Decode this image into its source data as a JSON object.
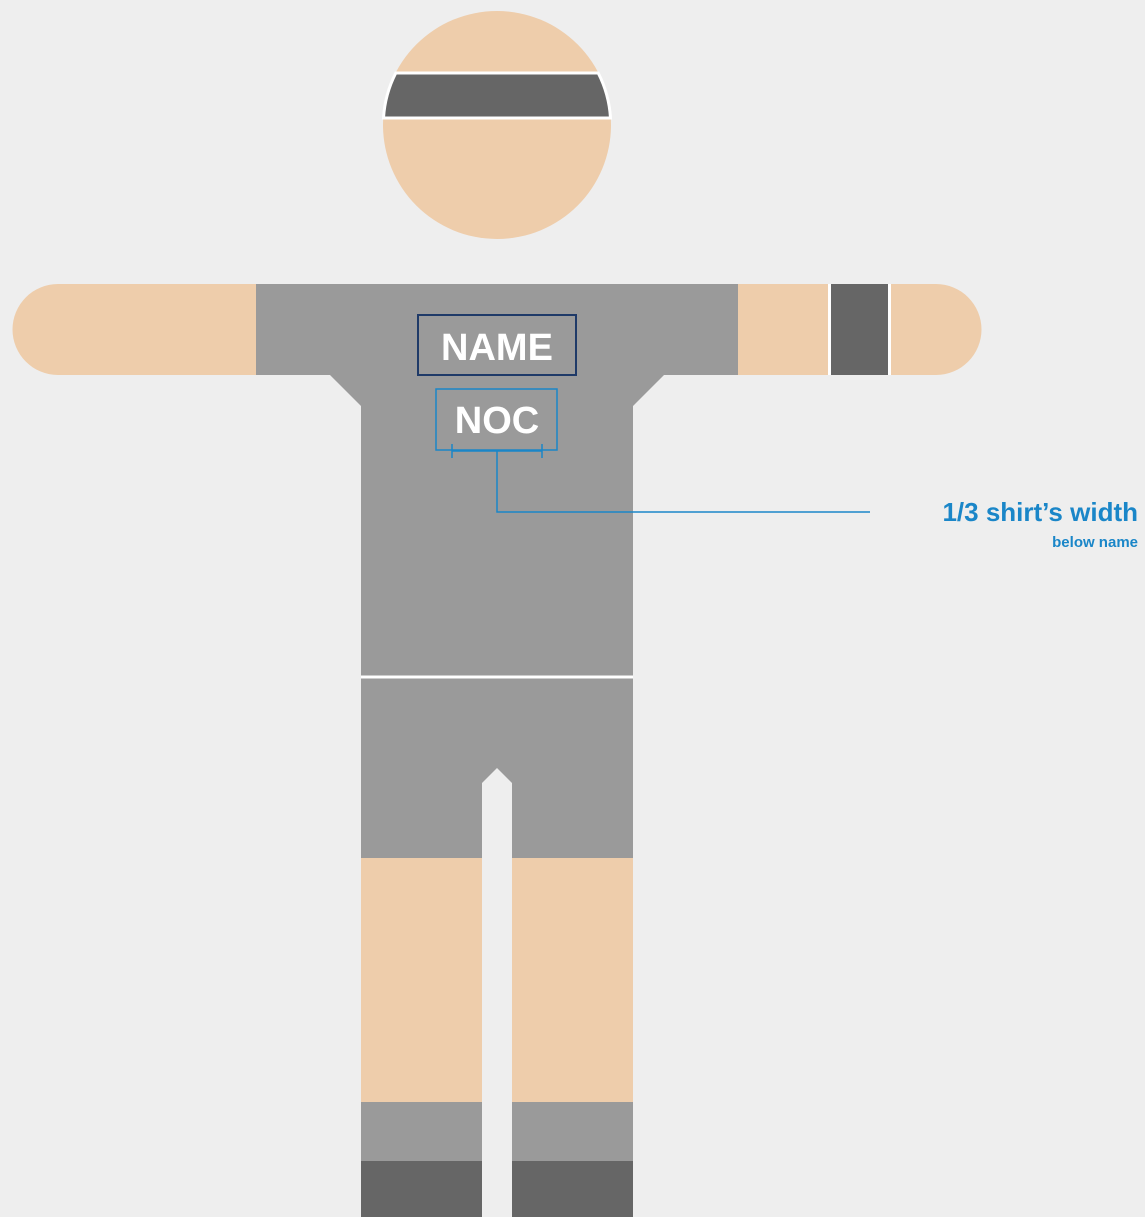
{
  "colors": {
    "background": "#eeeeee",
    "skin": "#eecdab",
    "garment": "#9a9a9a",
    "accessory_dark": "#666666",
    "separator": "#ffffff",
    "name_frame": "#1f3a68",
    "annotation": "#1a86c8"
  },
  "labels": {
    "name": "NAME",
    "noc": "NOC"
  },
  "annotation": {
    "main": "1/3 shirt’s width",
    "sub": "below name"
  }
}
